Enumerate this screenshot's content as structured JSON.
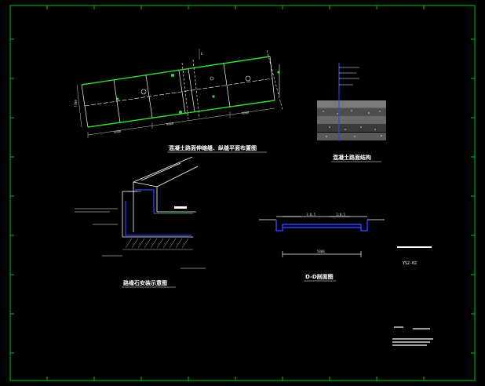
{
  "drawing": {
    "colors": {
      "background": "#000000",
      "frame": "#00c800",
      "road_edge": "#2fe02f",
      "structure": "#2f3fff",
      "line": "#ffffff",
      "accent": "#ff3030"
    },
    "captions": {
      "plan": "混凝土路面伸缩缝、纵缝平面布置图",
      "pavement_structure": "混凝土路面结构",
      "curb": "路缘石安装示意图",
      "section": "D-D剖面图",
      "sheet": "YS2-02"
    },
    "plan_dims": {
      "width_left": "1200",
      "seg1": "5000",
      "seg2": "5000",
      "seg3": "5000",
      "mark_e": "E"
    },
    "section_dims": {
      "left": "1:0.5",
      "right": "1:0.5",
      "bottom": "5000"
    }
  }
}
